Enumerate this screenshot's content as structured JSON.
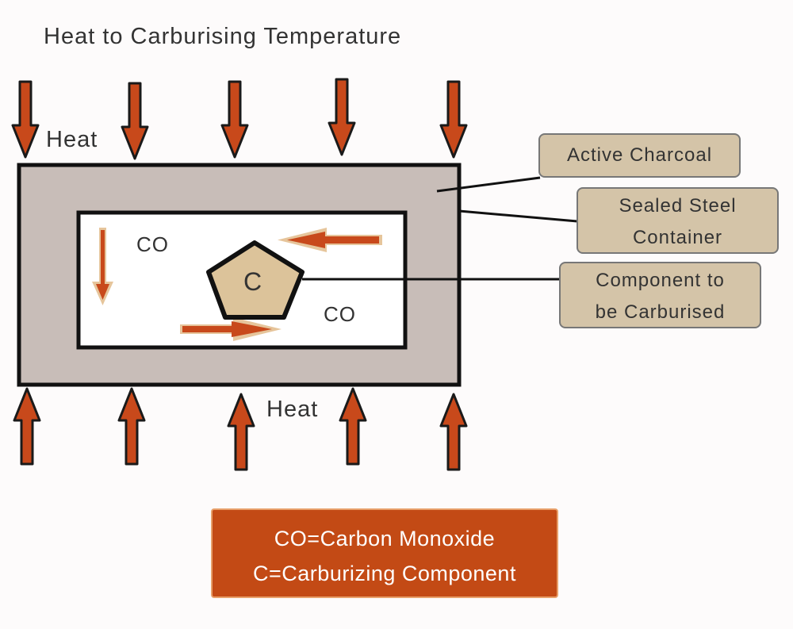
{
  "title": "Heat to Carburising Temperature",
  "labels": {
    "heat_top": "Heat",
    "heat_bottom": "Heat",
    "co_left": "CO",
    "co_right": "CO",
    "component_letter": "C"
  },
  "callouts": {
    "active_charcoal": "Active Charcoal",
    "sealed_container": [
      "Sealed Steel",
      "Container"
    ],
    "component": [
      "Component to",
      "be Carburised"
    ]
  },
  "legend": {
    "line1": "CO=Carbon Monoxide",
    "line2": "C=Carburizing Component"
  },
  "colors": {
    "arrow": "#c8491b",
    "charcoal": "#c8bdb8",
    "component": "#dcc39a",
    "callout": "#d4c4a8",
    "legend": "#c34a15"
  }
}
